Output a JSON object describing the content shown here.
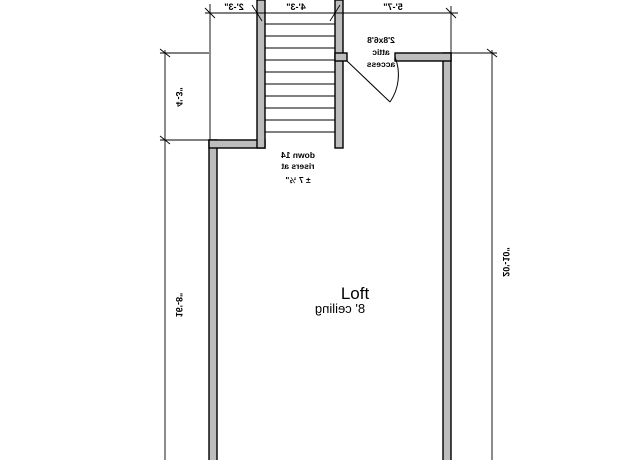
{
  "room": {
    "name": "Loft",
    "ceiling": "8' ceiling"
  },
  "stairs": {
    "line1": "down 14",
    "line2": "risers at",
    "line3": "± 7 ½\""
  },
  "attic_access": {
    "line1": "2'8x6'8",
    "line2": "attic",
    "line3": "access"
  },
  "dimensions": {
    "top_left": "2'-3\"",
    "top_middle": "4'-3\"",
    "top_right": "5'-7\"",
    "left_upper": "4'-3\"",
    "left_lower": "16'-8\"",
    "right_overall": "20'-10\""
  }
}
